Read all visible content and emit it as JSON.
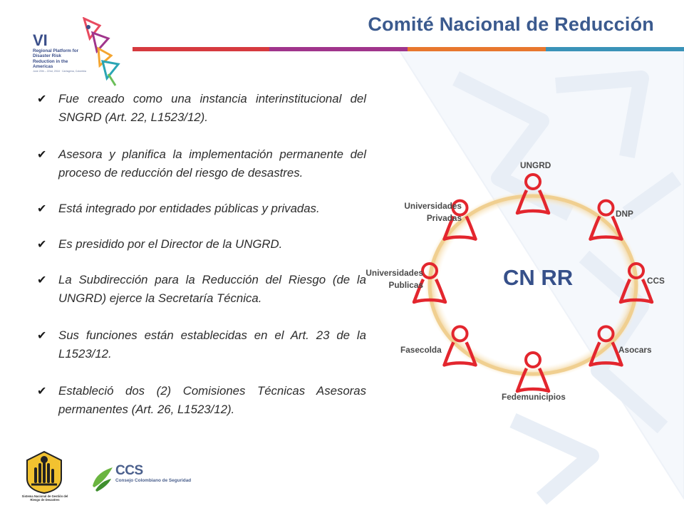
{
  "slide": {
    "title": "Comité Nacional de Reducción",
    "title_color": "#3b5a8e",
    "stripe_colors": [
      "#d63a3f",
      "#a0358c",
      "#e8772e",
      "#3a93b8"
    ]
  },
  "event_logo": {
    "roman": "VI",
    "name": "Regional Platform for Disaster Risk Reduction in the Americas",
    "dates": "June 20th – 22nd, 2018 · Cartagena, Colombia"
  },
  "bullets": [
    "Fue creado como una instancia interinstitucional del SNGRD (Art. 22, L1523/12).",
    "Asesora y planifica la implementación permanente del proceso de reducción del riesgo de desastres.",
    "Está integrado por entidades públicas y privadas.",
    "Es presidido por el Director de la UNGRD.",
    "La Subdirección para la Reducción del Riesgo (de la UNGRD) ejerce la Secretaría Técnica.",
    "Sus funciones están establecidas en el Art. 23 de la L1523/12.",
    "Estableció dos (2) Comisiones Técnicas Asesoras permanentes (Art. 26, L1523/12)."
  ],
  "diagram": {
    "center_label": "CN RR",
    "person_color": "#e3262e",
    "members": [
      "UNGRD",
      "DNP",
      "CCS",
      "Asocars",
      "Fedemunicipios",
      "Fasecolda",
      "Universidades Publicas",
      "Universidades Privadas"
    ]
  },
  "footer": {
    "sngrd_caption": "Sistema Nacional de Gestión del Riesgo de Desastres",
    "ccs_name": "CCS",
    "ccs_caption": "Consejo Colombiano de Seguridad"
  }
}
